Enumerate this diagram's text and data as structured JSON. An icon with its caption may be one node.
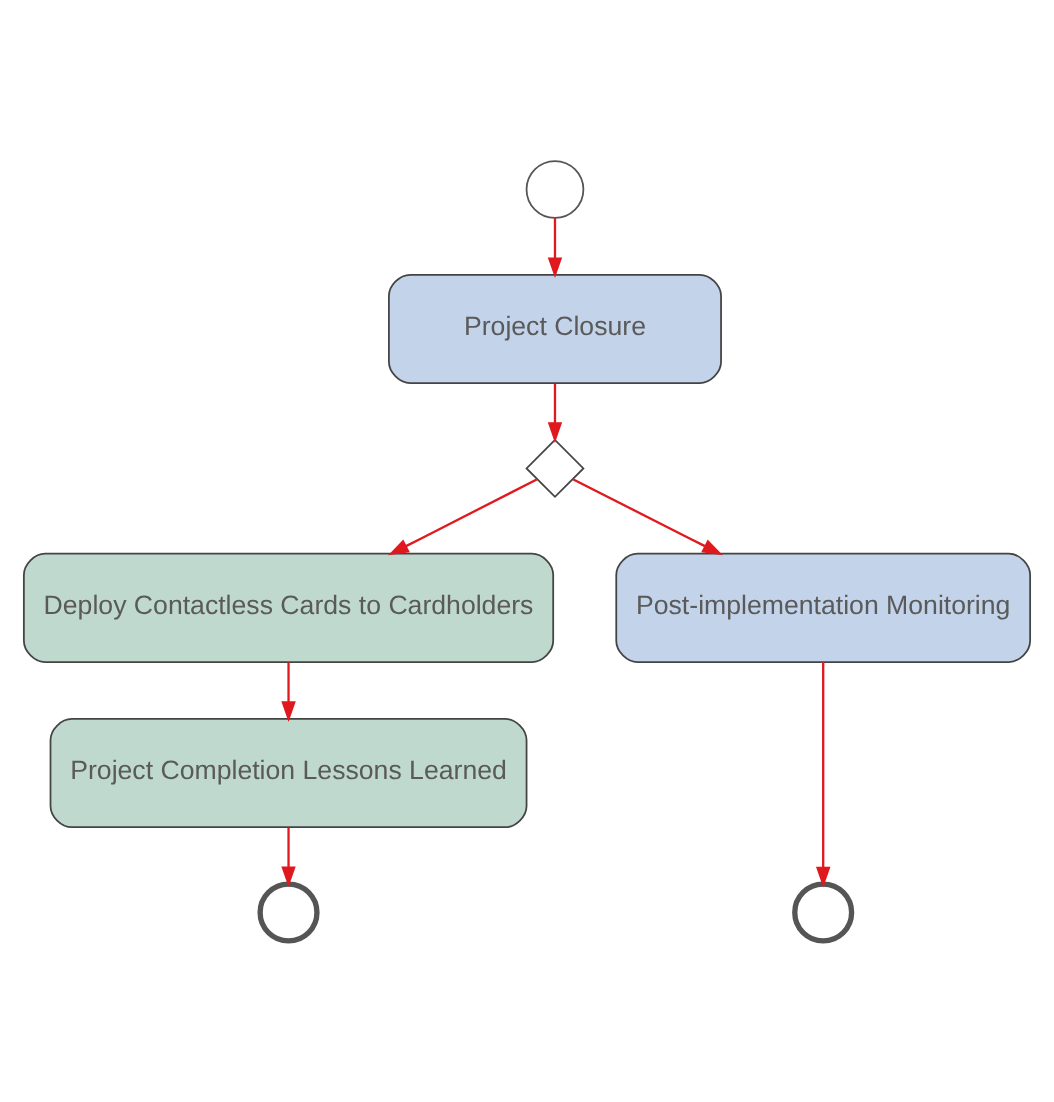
{
  "diagram": {
    "nodes": [
      {
        "text": [],
        "shape": "circle"
      },
      {
        "text": [
          "Project Closure"
        ]
      },
      {
        "text": [],
        "shape": "diamond"
      },
      {
        "text": [
          "Deploy Contactless Cards to Cardholders"
        ]
      },
      {
        "text": [
          "Post-implementation Monitoring"
        ]
      },
      {
        "text": [
          "Project Completion Lessons Learned"
        ]
      },
      {
        "text": [],
        "shape": "circle"
      },
      {
        "text": [],
        "shape": "circle"
      }
    ],
    "edges": [
      {
        "from": 0,
        "to": 1,
        "arrow": "to"
      },
      {
        "from": 1,
        "to": 2,
        "arrow": "to"
      },
      {
        "from": 2,
        "to": 3,
        "arrow": "to"
      },
      {
        "from": 2,
        "to": 4,
        "arrow": "to"
      },
      {
        "from": 3,
        "to": 5,
        "arrow": "to"
      },
      {
        "from": 5,
        "to": 6,
        "arrow": "to"
      },
      {
        "from": 4,
        "to": 7,
        "arrow": "to"
      }
    ]
  }
}
